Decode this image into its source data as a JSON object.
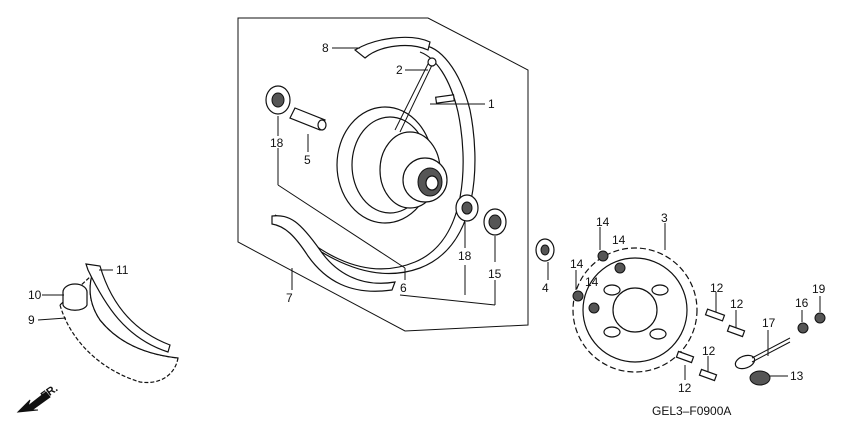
{
  "diagram": {
    "drawing_code": "GEL3–F0900A",
    "direction_label": "FR.",
    "callouts": [
      "1",
      "2",
      "3",
      "4",
      "5",
      "6",
      "7",
      "8",
      "9",
      "10",
      "11",
      "12",
      "13",
      "14",
      "15",
      "16",
      "17",
      "18",
      "19"
    ]
  }
}
